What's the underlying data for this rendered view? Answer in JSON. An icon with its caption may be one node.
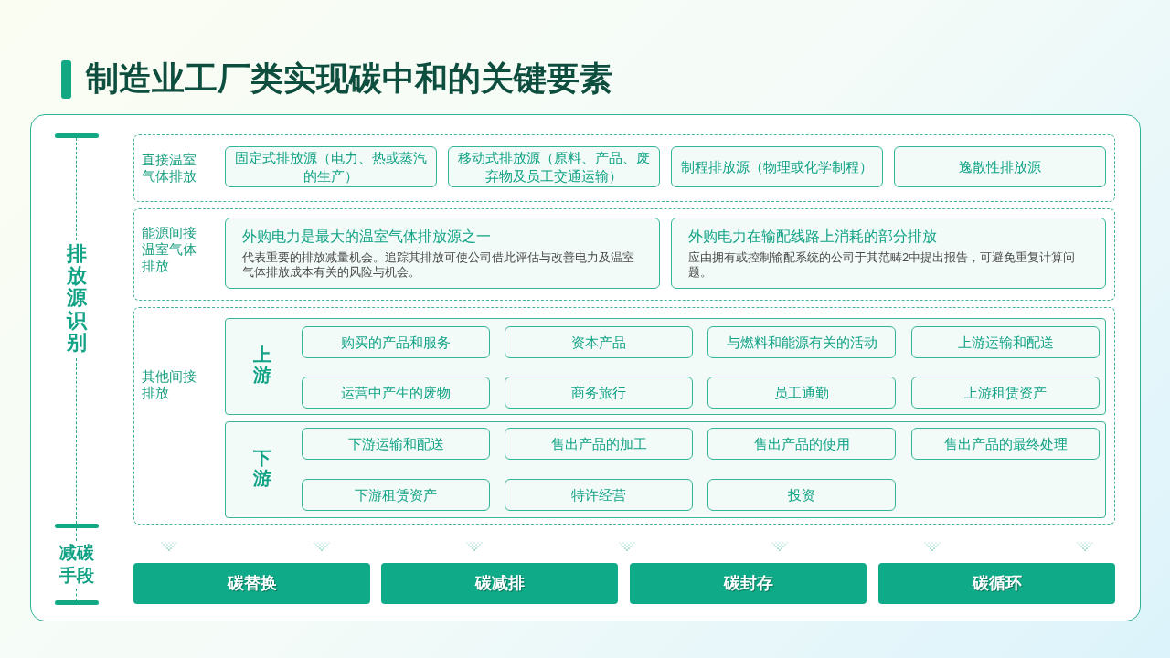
{
  "diagram": {
    "title": "制造业工厂类实现碳中和的关键要素",
    "nodes": [
      {
        "text": [
          "直接温室气体排放"
        ]
      },
      {
        "text": [
          "固定式排放源（电力、热或蒸汽的生产）"
        ],
        "in": 0
      },
      {
        "text": [
          "移动式排放源（原料、产品、废弃物及员工交通运输）"
        ],
        "in": 0
      },
      {
        "text": [
          "制程排放源（物理或化学制程）"
        ],
        "in": 0
      },
      {
        "text": [
          "逸散性排放源"
        ],
        "in": 0
      },
      {
        "text": [
          "能源间接温室气体排放"
        ]
      },
      {
        "text": [
          "外购电力是最大的温室气体排放源之一",
          "代表重要的排放减量机会。追踪其排放可使公司借此评估与改善电力及温室气体排放成本有关的风险与机会。"
        ],
        "in": 5
      },
      {
        "text": [
          "外购电力在输配线路上消耗的部分排放",
          "应由拥有或控制输配系统的公司于其范畴2中提出报告，可避免重复计算问题。"
        ],
        "in": 5
      },
      {
        "text": [
          "其他间接排放"
        ]
      },
      {
        "text": [
          "上游"
        ],
        "in": 8
      },
      {
        "text": [
          "购买的产品和服务"
        ],
        "in": 9
      },
      {
        "text": [
          "资本产品"
        ],
        "in": 9
      },
      {
        "text": [
          "与燃料和能源有关的活动"
        ],
        "in": 9
      },
      {
        "text": [
          "上游运输和配送"
        ],
        "in": 9
      },
      {
        "text": [
          "运营中产生的废物"
        ],
        "in": 9
      },
      {
        "text": [
          "商务旅行"
        ],
        "in": 9
      },
      {
        "text": [
          "员工通勤"
        ],
        "in": 9
      },
      {
        "text": [
          "上游租赁资产"
        ],
        "in": 9
      },
      {
        "text": [
          "下游"
        ],
        "in": 8
      },
      {
        "text": [
          "下游运输和配送"
        ],
        "in": 18
      },
      {
        "text": [
          "售出产品的加工"
        ],
        "in": 18
      },
      {
        "text": [
          "售出产品的使用"
        ],
        "in": 18
      },
      {
        "text": [
          "售出产品的最终处理"
        ],
        "in": 18
      },
      {
        "text": [
          "下游租赁资产"
        ],
        "in": 18
      },
      {
        "text": [
          "特许经营"
        ],
        "in": 18
      },
      {
        "text": [
          "投资"
        ],
        "in": 18
      },
      {
        "text": [
          "碳替换"
        ]
      },
      {
        "text": [
          "碳减排"
        ]
      },
      {
        "text": [
          "碳封存"
        ]
      },
      {
        "text": [
          "碳循环"
        ]
      }
    ],
    "labels": [
      "排放源识别",
      "减碳手段"
    ]
  }
}
